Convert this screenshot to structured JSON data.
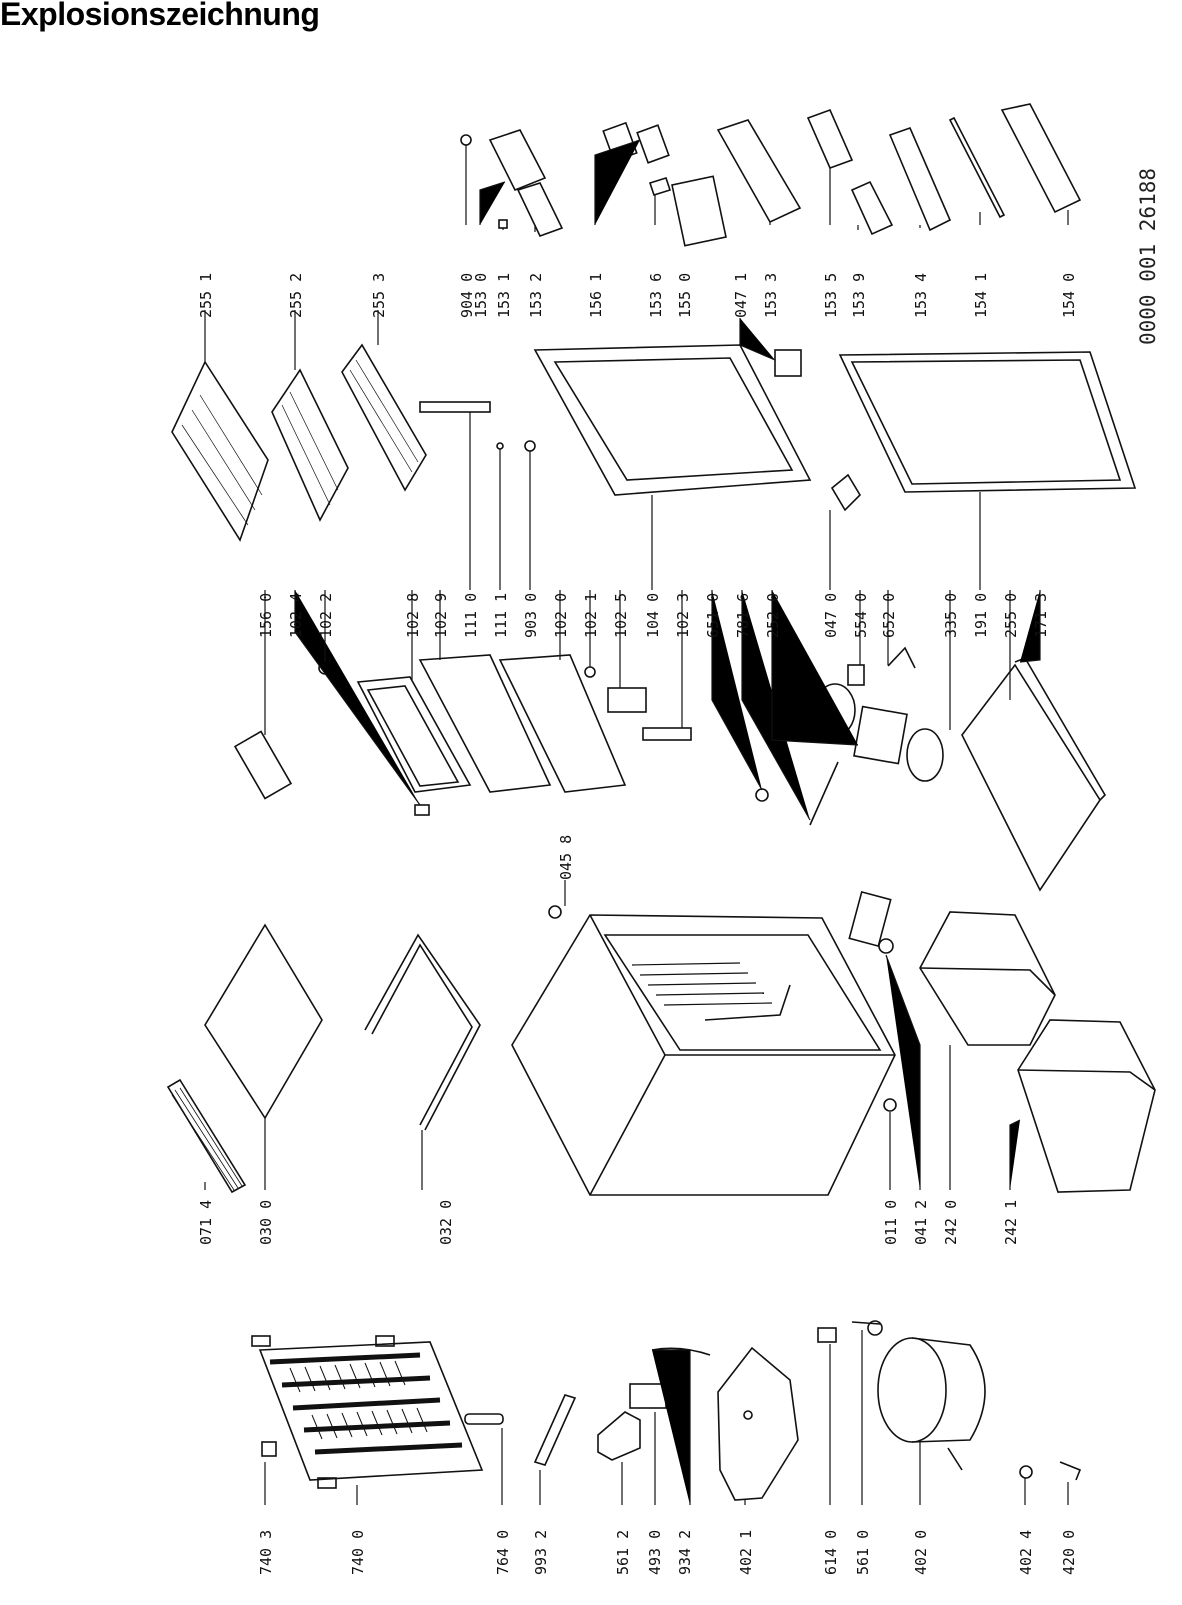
{
  "title": "Explosionszeichnung",
  "document_number": "0000 001 26188",
  "parts": [
    "740 3",
    "740 0",
    "764 0",
    "993 2",
    "561 2",
    "493 0",
    "934 2",
    "402 1",
    "614 0",
    "561 0",
    "402 0",
    "402 4",
    "420 0",
    "071 4",
    "030 0",
    "032 0",
    "011 0",
    "041 2",
    "242 0",
    "242 1",
    "045 8",
    "156 0",
    "102 4",
    "102 2",
    "102 8",
    "102 9",
    "111 0",
    "111 1",
    "903 0",
    "102 0",
    "102 1",
    "102 5",
    "104 0",
    "102 3",
    "651 0",
    "781 6",
    "252 0",
    "047 0",
    "554 0",
    "652 0",
    "335 0",
    "191 0",
    "255 0",
    "171 3",
    "255 1",
    "255 2",
    "255 3",
    "904 0",
    "153 0",
    "153 1",
    "153 2",
    "156 1",
    "153 6",
    "155 0",
    "047 1",
    "153 3",
    "153 5",
    "153 9",
    "153 4",
    "154 1",
    "154 0"
  ]
}
